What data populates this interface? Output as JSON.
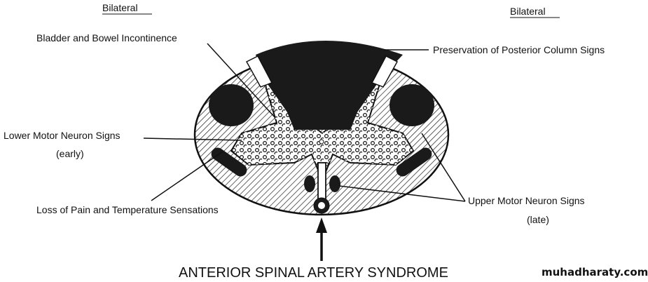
{
  "labels": {
    "bilateral_left": "Bilateral",
    "bilateral_right": "Bilateral",
    "bladder": "Bladder and Bowel Incontinence",
    "posterior": "Preservation of Posterior Column Signs",
    "lmn": "Lower Motor Neuron Signs",
    "lmn_sub": "(early)",
    "pain": "Loss of Pain and Temperature Sensations",
    "umn": "Upper Motor Neuron Signs",
    "umn_sub": "(late)",
    "title": "ANTERIOR SPINAL ARTERY SYNDROME"
  },
  "watermark": "muhadharaty.com",
  "colors": {
    "ink": "#111111",
    "background": "#ffffff"
  }
}
